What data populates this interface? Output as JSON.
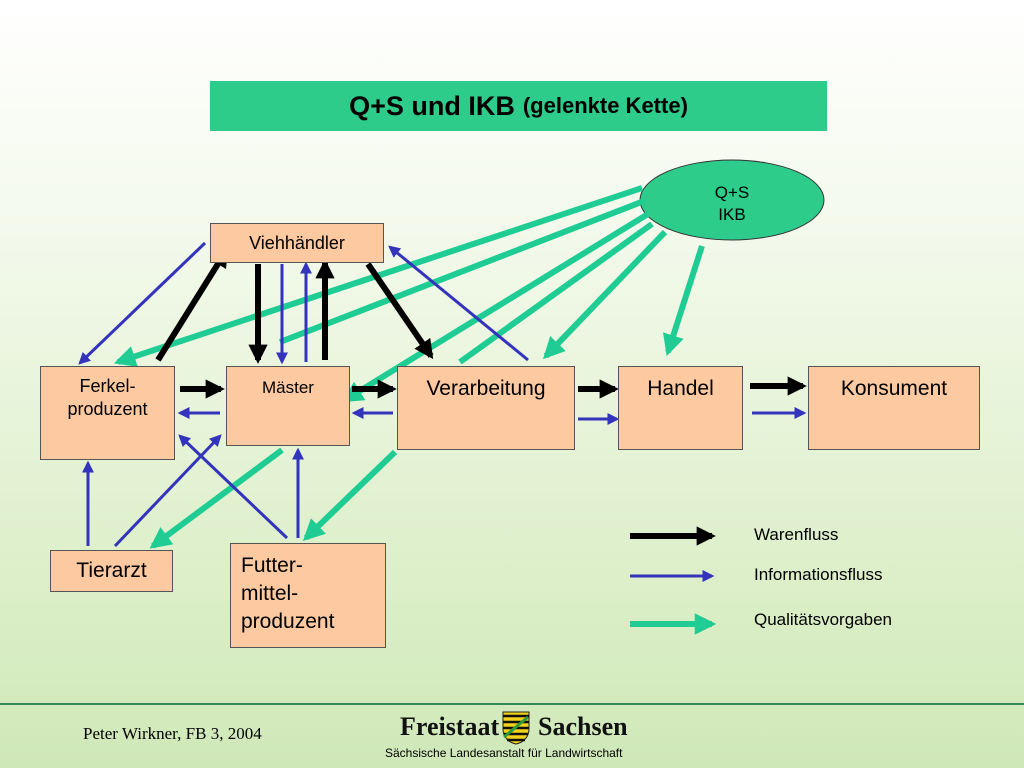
{
  "title": {
    "main": "Q+S und IKB",
    "sub": "(gelenkte Kette)"
  },
  "nodes": {
    "viehhaendler": "Viehhändler",
    "ferkel_line1": "Ferkel-",
    "ferkel_line2": "produzent",
    "maester": "Mäster",
    "verarbeitung": "Verarbeitung",
    "handel": "Handel",
    "konsument": "Konsument",
    "tierarzt": "Tierarzt",
    "futter_line1": "Futter-",
    "futter_line2": "mittel-",
    "futter_line3": "produzent",
    "qs_line1": "Q+S",
    "qs_line2": "IKB"
  },
  "legend": {
    "warenfluss": "Warenfluss",
    "informationsfluss": "Informationsfluss",
    "qualitaetsvorgaben": "Qualitätsvorgaben"
  },
  "colors": {
    "title_bg": "#2ecc8a",
    "box_fill": "#fcc9a0",
    "ellipse_fill": "#2ecc8a",
    "warenfluss": "#000000",
    "informationsfluss": "#3333bb",
    "qualitaetsvorgaben": "#1fcc94"
  },
  "footer": {
    "author": "Peter Wirkner, FB 3, 2004",
    "logo_left": "Freistaat",
    "logo_right": "Sachsen",
    "logo_sub": "Sächsische Landesanstalt für Landwirtschaft"
  }
}
